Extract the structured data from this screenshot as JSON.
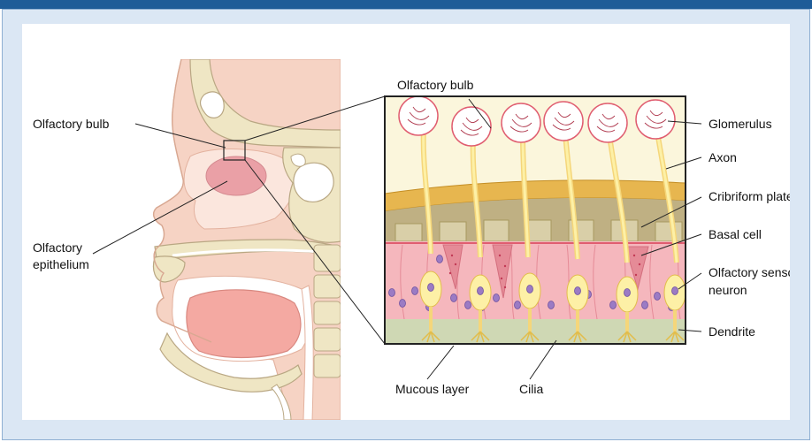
{
  "diagram": {
    "head_labels": {
      "olfactory_bulb": "Olfactory bulb",
      "epithelium_line1": "Olfactory",
      "epithelium_line2": "epithelium"
    },
    "detail_labels": {
      "olfactory_bulb_top": "Olfactory bulb",
      "glomerulus": "Glomerulus",
      "axon": "Axon",
      "cribriform_plate": "Cribriform plate",
      "basal_cell": "Basal cell",
      "sensory_neuron_line1": "Olfactory sensory",
      "sensory_neuron_line2": "neuron",
      "dendrite": "Dendrite",
      "mucous_layer": "Mucous layer",
      "cilia": "Cilia"
    },
    "colors": {
      "frame_blue": "#1e5c98",
      "panel_bg": "#dbe7f4",
      "skin": "#f6d3c4",
      "bone": "#efe6c4",
      "tissue_pink": "#f4a9a2",
      "epithelium_pink": "#f5b7bd",
      "bulb_cream": "#fbf6dc",
      "plate_tan": "#bfb083",
      "neuron_yellow": "#fdf0a6",
      "nucleus_purple": "#9b7bc4",
      "mucus_green": "#cfd8b4"
    }
  }
}
